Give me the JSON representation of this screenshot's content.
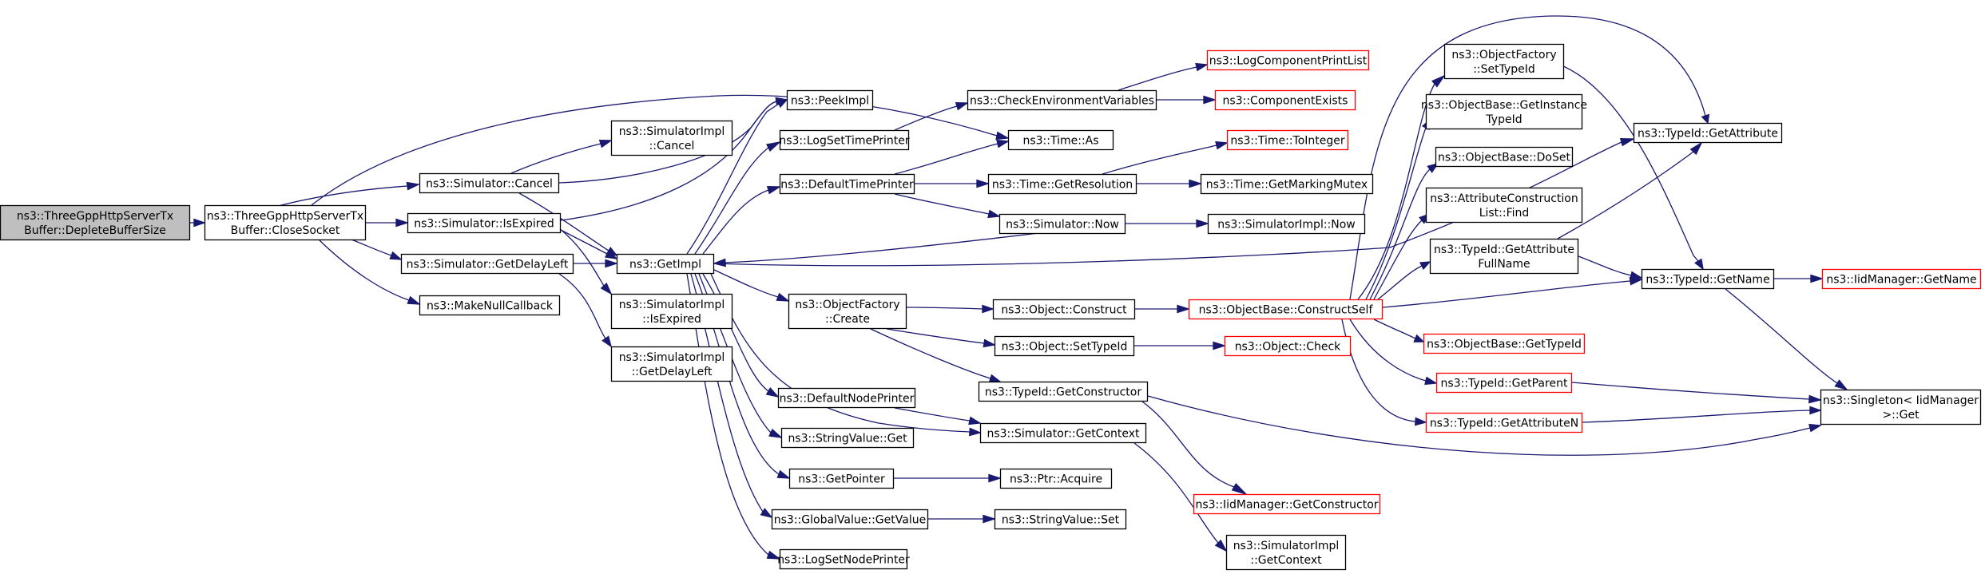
{
  "graph": {
    "colors": {
      "edge": "#191970",
      "node_border": "#000000",
      "external_border": "#ff0000",
      "root_fill": "#bfbfbf",
      "node_fill": "#ffffff"
    },
    "nodes": [
      {
        "id": "root",
        "lines": [
          "ns3::ThreeGppHttpServerTx",
          "Buffer::DepleteBufferSize"
        ],
        "type": "root"
      },
      {
        "id": "closeSocket",
        "lines": [
          "ns3::ThreeGppHttpServerTx",
          "Buffer::CloseSocket"
        ],
        "type": "normal"
      },
      {
        "id": "simCancel",
        "lines": [
          "ns3::Simulator::Cancel"
        ],
        "type": "normal"
      },
      {
        "id": "simIsExpired",
        "lines": [
          "ns3::Simulator::IsExpired"
        ],
        "type": "normal"
      },
      {
        "id": "simGetDelayLeft",
        "lines": [
          "ns3::Simulator::GetDelayLeft"
        ],
        "type": "normal"
      },
      {
        "id": "makeNullCallback",
        "lines": [
          "ns3::MakeNullCallback"
        ],
        "type": "normal"
      },
      {
        "id": "simImplCancel",
        "lines": [
          "ns3::SimulatorImpl",
          "::Cancel"
        ],
        "type": "normal"
      },
      {
        "id": "getImpl",
        "lines": [
          "ns3::GetImpl"
        ],
        "type": "normal"
      },
      {
        "id": "simImplIsExpired",
        "lines": [
          "ns3::SimulatorImpl",
          "::IsExpired"
        ],
        "type": "normal"
      },
      {
        "id": "simImplGetDelayLeft",
        "lines": [
          "ns3::SimulatorImpl",
          "::GetDelayLeft"
        ],
        "type": "normal"
      },
      {
        "id": "peekImpl",
        "lines": [
          "ns3::PeekImpl"
        ],
        "type": "normal"
      },
      {
        "id": "logSetTimePrinter",
        "lines": [
          "ns3::LogSetTimePrinter"
        ],
        "type": "normal"
      },
      {
        "id": "defaultTimePrinter",
        "lines": [
          "ns3::DefaultTimePrinter"
        ],
        "type": "normal"
      },
      {
        "id": "objFactoryCreate",
        "lines": [
          "ns3::ObjectFactory",
          "::Create"
        ],
        "type": "normal"
      },
      {
        "id": "defaultNodePrinter",
        "lines": [
          "ns3::DefaultNodePrinter"
        ],
        "type": "normal"
      },
      {
        "id": "stringValueGet",
        "lines": [
          "ns3::StringValue::Get"
        ],
        "type": "normal"
      },
      {
        "id": "getPointer",
        "lines": [
          "ns3::GetPointer"
        ],
        "type": "normal"
      },
      {
        "id": "globalValueGetValue",
        "lines": [
          "ns3::GlobalValue::GetValue"
        ],
        "type": "normal"
      },
      {
        "id": "logSetNodePrinter",
        "lines": [
          "ns3::LogSetNodePrinter"
        ],
        "type": "normal"
      },
      {
        "id": "checkEnvVars",
        "lines": [
          "ns3::CheckEnvironmentVariables"
        ],
        "type": "normal"
      },
      {
        "id": "timeAs",
        "lines": [
          "ns3::Time::As"
        ],
        "type": "normal"
      },
      {
        "id": "timeGetResolution",
        "lines": [
          "ns3::Time::GetResolution"
        ],
        "type": "normal"
      },
      {
        "id": "simNow",
        "lines": [
          "ns3::Simulator::Now"
        ],
        "type": "normal"
      },
      {
        "id": "objectConstruct",
        "lines": [
          "ns3::Object::Construct"
        ],
        "type": "normal"
      },
      {
        "id": "objectSetTypeId",
        "lines": [
          "ns3::Object::SetTypeId"
        ],
        "type": "normal"
      },
      {
        "id": "typeIdGetConstructor",
        "lines": [
          "ns3::TypeId::GetConstructor"
        ],
        "type": "normal"
      },
      {
        "id": "simGetContext",
        "lines": [
          "ns3::Simulator::GetContext"
        ],
        "type": "normal"
      },
      {
        "id": "ptrAcquire",
        "lines": [
          "ns3::Ptr::Acquire"
        ],
        "type": "normal"
      },
      {
        "id": "stringValueSet",
        "lines": [
          "ns3::StringValue::Set"
        ],
        "type": "normal"
      },
      {
        "id": "logComponentPrintList",
        "lines": [
          "ns3::LogComponentPrintList"
        ],
        "type": "external"
      },
      {
        "id": "componentExists",
        "lines": [
          "ns3::ComponentExists"
        ],
        "type": "external"
      },
      {
        "id": "timeToInteger",
        "lines": [
          "ns3::Time::ToInteger"
        ],
        "type": "external"
      },
      {
        "id": "timeGetMarkingMutex",
        "lines": [
          "ns3::Time::GetMarkingMutex"
        ],
        "type": "normal"
      },
      {
        "id": "simImplNow",
        "lines": [
          "ns3::SimulatorImpl::Now"
        ],
        "type": "normal"
      },
      {
        "id": "objBaseConstructSelf",
        "lines": [
          "ns3::ObjectBase::ConstructSelf"
        ],
        "type": "external"
      },
      {
        "id": "objectCheck",
        "lines": [
          "ns3::Object::Check"
        ],
        "type": "external"
      },
      {
        "id": "iidGetConstructor",
        "lines": [
          "ns3::IidManager::GetConstructor"
        ],
        "type": "external"
      },
      {
        "id": "simImplGetContext",
        "lines": [
          "ns3::SimulatorImpl",
          "::GetContext"
        ],
        "type": "normal"
      },
      {
        "id": "objFactorySetTypeId",
        "lines": [
          "ns3::ObjectFactory",
          "::SetTypeId"
        ],
        "type": "normal"
      },
      {
        "id": "objBaseGetInstanceTypeId",
        "lines": [
          "ns3::ObjectBase::GetInstance",
          "TypeId"
        ],
        "type": "normal"
      },
      {
        "id": "objBaseDoSet",
        "lines": [
          "ns3::ObjectBase::DoSet"
        ],
        "type": "normal"
      },
      {
        "id": "attrConstructionListFind",
        "lines": [
          "ns3::AttributeConstruction",
          "List::Find"
        ],
        "type": "normal"
      },
      {
        "id": "typeIdGetAttributeFullName",
        "lines": [
          "ns3::TypeId::GetAttribute",
          "FullName"
        ],
        "type": "normal"
      },
      {
        "id": "objBaseGetTypeId",
        "lines": [
          "ns3::ObjectBase::GetTypeId"
        ],
        "type": "external"
      },
      {
        "id": "typeIdGetParent",
        "lines": [
          "ns3::TypeId::GetParent"
        ],
        "type": "external"
      },
      {
        "id": "typeIdGetAttributeN",
        "lines": [
          "ns3::TypeId::GetAttributeN"
        ],
        "type": "external"
      },
      {
        "id": "typeIdGetAttribute",
        "lines": [
          "ns3::TypeId::GetAttribute"
        ],
        "type": "normal"
      },
      {
        "id": "typeIdGetName",
        "lines": [
          "ns3::TypeId::GetName"
        ],
        "type": "normal"
      },
      {
        "id": "iidGetName",
        "lines": [
          "ns3::IidManager::GetName"
        ],
        "type": "external"
      },
      {
        "id": "singletonGet",
        "lines": [
          "ns3::Singleton< IidManager",
          ">::Get"
        ],
        "type": "normal"
      }
    ]
  }
}
